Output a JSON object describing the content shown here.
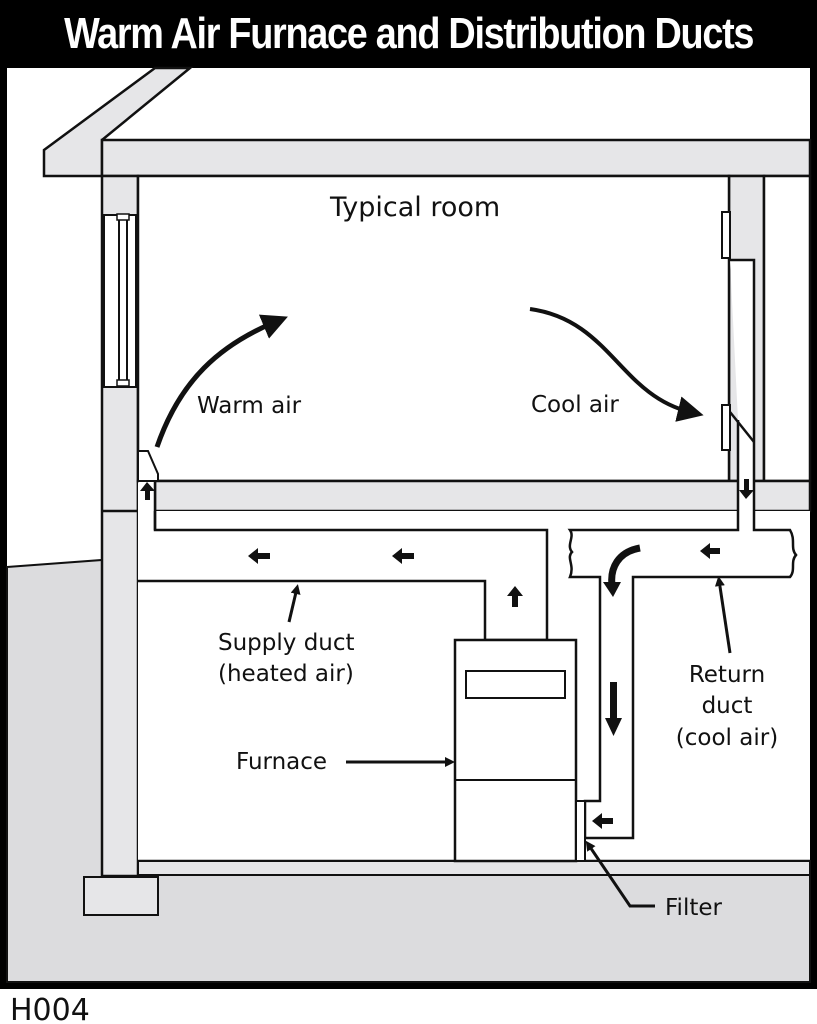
{
  "title": "Warm Air Furnace and Distribution Ducts",
  "labels": {
    "typical_room": "Typical room",
    "warm_air": "Warm air",
    "cool_air": "Cool air",
    "supply_duct_line1": "Supply duct",
    "supply_duct_line2": "(heated air)",
    "return_duct_line1": "Return",
    "return_duct_line2": "duct",
    "return_duct_line3": "(cool air)",
    "furnace": "Furnace",
    "filter": "Filter"
  },
  "figure_code": "H004",
  "colors": {
    "frame": "#000000",
    "wall_fill": "#e6e6e8",
    "ground_fill": "#dcdcde",
    "line": "#111111",
    "background": "#ffffff"
  }
}
